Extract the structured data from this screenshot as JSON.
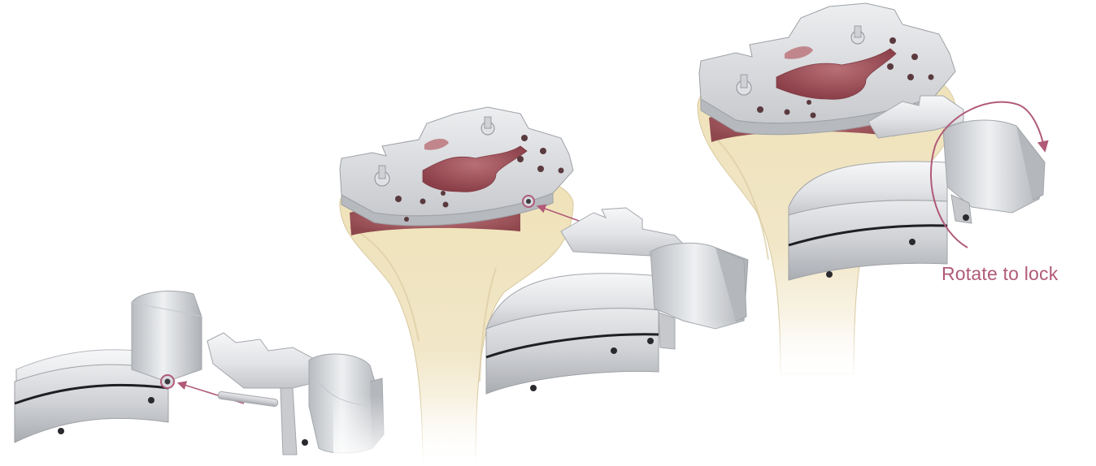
{
  "annotation": {
    "rotate_label": "Rotate to lock"
  },
  "colors": {
    "background": "#ffffff",
    "accent": "#b05a78",
    "metal_light": "#eeeff1",
    "metal_mid": "#c9cbcf",
    "metal_dark": "#8d9095",
    "bone": "#efe2bd",
    "bone_shadow": "#d9c89a",
    "cancellous": "#9c4f56"
  },
  "steps": [
    {
      "name": "step-1-assemble-handle"
    },
    {
      "name": "step-2-insert-into-tibial-tray"
    },
    {
      "name": "step-3-rotate-to-lock"
    }
  ]
}
